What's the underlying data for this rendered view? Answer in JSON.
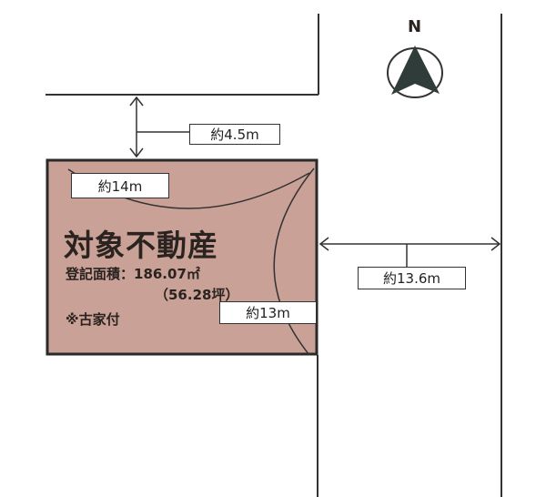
{
  "compass": {
    "label": "N"
  },
  "labels": {
    "setback": "約4.5m",
    "frontage": "約14m",
    "depth": "約13m",
    "road_width": "約13.6m"
  },
  "property": {
    "title": "対象不動産",
    "area": "登記面積：186.07㎡",
    "area_tsubo": "（56.28坪）",
    "note": "※古家付"
  },
  "colors": {
    "lot_fill": "#c9a196",
    "line": "#333333"
  }
}
